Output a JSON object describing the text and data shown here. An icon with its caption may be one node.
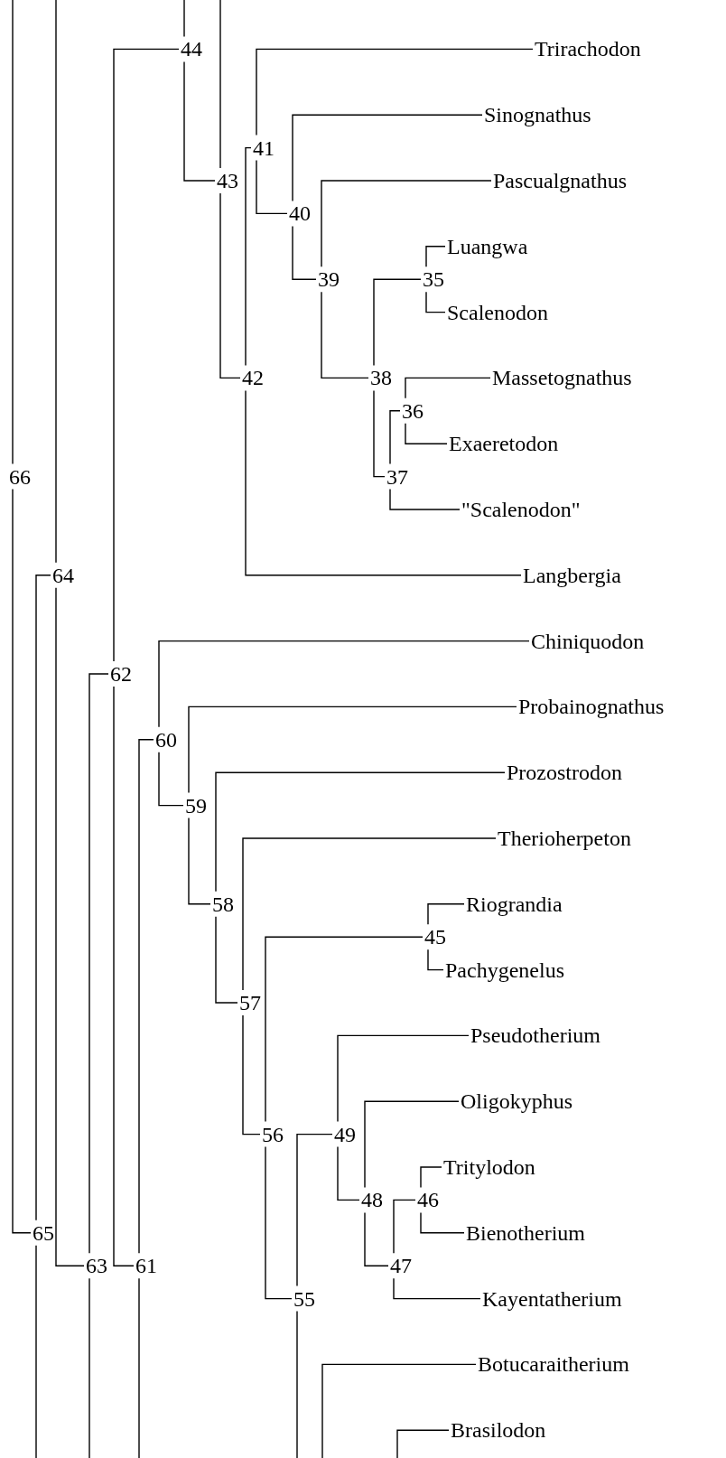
{
  "diagram": {
    "nodes": [
      {
        "text": [
          "44"
        ]
      },
      {
        "text": [
          "Trirachodon"
        ]
      },
      {
        "text": [
          "Sinognathus"
        ]
      },
      {
        "text": [
          "41"
        ]
      },
      {
        "text": [
          "43"
        ]
      },
      {
        "text": [
          "Pascualgnathus"
        ]
      },
      {
        "text": [
          "40"
        ]
      },
      {
        "text": [
          "Luangwa"
        ]
      },
      {
        "text": [
          "39"
        ]
      },
      {
        "text": [
          "35"
        ]
      },
      {
        "text": [
          "Scalenodon"
        ]
      },
      {
        "text": [
          "42"
        ]
      },
      {
        "text": [
          "38"
        ]
      },
      {
        "text": [
          "Massetognathus"
        ]
      },
      {
        "text": [
          "36"
        ]
      },
      {
        "text": [
          "Exaeretodon"
        ]
      },
      {
        "text": [
          "66"
        ]
      },
      {
        "text": [
          "37"
        ]
      },
      {
        "text": [
          "\"Scalenodon\""
        ]
      },
      {
        "text": [
          "64"
        ]
      },
      {
        "text": [
          "Langbergia"
        ]
      },
      {
        "text": [
          "Chiniquodon"
        ]
      },
      {
        "text": [
          "62"
        ]
      },
      {
        "text": [
          "Probainognathus"
        ]
      },
      {
        "text": [
          "60"
        ]
      },
      {
        "text": [
          "Prozostrodon"
        ]
      },
      {
        "text": [
          "59"
        ]
      },
      {
        "text": [
          "Therioherpeton"
        ]
      },
      {
        "text": [
          "58"
        ]
      },
      {
        "text": [
          "Riograndia"
        ]
      },
      {
        "text": [
          "45"
        ]
      },
      {
        "text": [
          "Pachygenelus"
        ]
      },
      {
        "text": [
          "57"
        ]
      },
      {
        "text": [
          "Pseudotherium"
        ]
      },
      {
        "text": [
          "Oligokyphus"
        ]
      },
      {
        "text": [
          "56"
        ]
      },
      {
        "text": [
          "49"
        ]
      },
      {
        "text": [
          "Tritylodon"
        ]
      },
      {
        "text": [
          "48"
        ]
      },
      {
        "text": [
          "46"
        ]
      },
      {
        "text": [
          "65"
        ]
      },
      {
        "text": [
          "Bienotherium"
        ]
      },
      {
        "text": [
          "63"
        ]
      },
      {
        "text": [
          "61"
        ]
      },
      {
        "text": [
          "47"
        ]
      },
      {
        "text": [
          "55"
        ]
      },
      {
        "text": [
          "Kayentatherium"
        ]
      },
      {
        "text": [
          "Botucaraitherium"
        ]
      },
      {
        "text": [
          "Brasilodon"
        ]
      }
    ],
    "edges": [
      {
        "from": 16,
        "to": null,
        "arrow": "none"
      },
      {
        "from": 16,
        "to": 40,
        "arrow": "none"
      },
      {
        "from": 40,
        "to": 19,
        "arrow": "none"
      },
      {
        "from": 40,
        "to": null,
        "arrow": "none"
      },
      {
        "from": 19,
        "to": null,
        "arrow": "none"
      },
      {
        "from": 19,
        "to": 42,
        "arrow": "none"
      },
      {
        "from": 42,
        "to": 22,
        "arrow": "none"
      },
      {
        "from": 42,
        "to": null,
        "arrow": "none"
      },
      {
        "from": 22,
        "to": 0,
        "arrow": "none"
      },
      {
        "from": 22,
        "to": 43,
        "arrow": "none"
      },
      {
        "from": 0,
        "to": null,
        "arrow": "none"
      },
      {
        "from": 0,
        "to": 4,
        "arrow": "none"
      },
      {
        "from": 4,
        "to": null,
        "arrow": "none"
      },
      {
        "from": 4,
        "to": 11,
        "arrow": "none"
      },
      {
        "from": 11,
        "to": 3,
        "arrow": "none"
      },
      {
        "from": 11,
        "to": 20,
        "arrow": "none"
      },
      {
        "from": 3,
        "to": 1,
        "arrow": "none"
      },
      {
        "from": 3,
        "to": 6,
        "arrow": "none"
      },
      {
        "from": 6,
        "to": 2,
        "arrow": "none"
      },
      {
        "from": 6,
        "to": 8,
        "arrow": "none"
      },
      {
        "from": 8,
        "to": 5,
        "arrow": "none"
      },
      {
        "from": 8,
        "to": 12,
        "arrow": "none"
      },
      {
        "from": 12,
        "to": 9,
        "arrow": "none"
      },
      {
        "from": 12,
        "to": 17,
        "arrow": "none"
      },
      {
        "from": 9,
        "to": 7,
        "arrow": "none"
      },
      {
        "from": 9,
        "to": 10,
        "arrow": "none"
      },
      {
        "from": 17,
        "to": 14,
        "arrow": "none"
      },
      {
        "from": 17,
        "to": 18,
        "arrow": "none"
      },
      {
        "from": 14,
        "to": 13,
        "arrow": "none"
      },
      {
        "from": 14,
        "to": 15,
        "arrow": "none"
      },
      {
        "from": 43,
        "to": 24,
        "arrow": "none"
      },
      {
        "from": 43,
        "to": null,
        "arrow": "none"
      },
      {
        "from": 24,
        "to": 21,
        "arrow": "none"
      },
      {
        "from": 24,
        "to": 26,
        "arrow": "none"
      },
      {
        "from": 26,
        "to": 23,
        "arrow": "none"
      },
      {
        "from": 26,
        "to": 28,
        "arrow": "none"
      },
      {
        "from": 28,
        "to": 25,
        "arrow": "none"
      },
      {
        "from": 28,
        "to": 32,
        "arrow": "none"
      },
      {
        "from": 32,
        "to": 27,
        "arrow": "none"
      },
      {
        "from": 32,
        "to": 35,
        "arrow": "none"
      },
      {
        "from": 35,
        "to": 30,
        "arrow": "none"
      },
      {
        "from": 35,
        "to": 45,
        "arrow": "none"
      },
      {
        "from": 30,
        "to": 29,
        "arrow": "none"
      },
      {
        "from": 30,
        "to": 31,
        "arrow": "none"
      },
      {
        "from": 45,
        "to": 36,
        "arrow": "none"
      },
      {
        "from": 45,
        "to": null,
        "arrow": "none"
      },
      {
        "from": 36,
        "to": 33,
        "arrow": "none"
      },
      {
        "from": 36,
        "to": 38,
        "arrow": "none"
      },
      {
        "from": 38,
        "to": 34,
        "arrow": "none"
      },
      {
        "from": 38,
        "to": 44,
        "arrow": "none"
      },
      {
        "from": 44,
        "to": 39,
        "arrow": "none"
      },
      {
        "from": 44,
        "to": 46,
        "arrow": "none"
      },
      {
        "from": 39,
        "to": 37,
        "arrow": "none"
      },
      {
        "from": 39,
        "to": 41,
        "arrow": "none"
      },
      {
        "from": null,
        "to": 47,
        "arrow": "none"
      },
      {
        "from": null,
        "to": 48,
        "arrow": "none"
      }
    ]
  }
}
